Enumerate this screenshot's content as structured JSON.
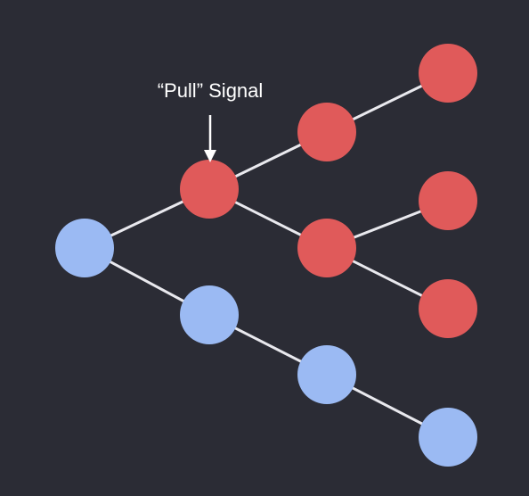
{
  "annotation": {
    "label": "“Pull” Signal"
  },
  "colors": {
    "background": "#2b2c35",
    "edge": "#e9e9ee",
    "pull_node": "#e05a5a",
    "idle_node": "#9bbaf3",
    "arrow": "#ffffff"
  },
  "nodes": [
    {
      "id": "root",
      "state": "idle"
    },
    {
      "id": "signal",
      "state": "pull"
    },
    {
      "id": "upper-mid",
      "state": "pull"
    },
    {
      "id": "upper-top",
      "state": "pull"
    },
    {
      "id": "mid",
      "state": "pull"
    },
    {
      "id": "mid-upper",
      "state": "pull"
    },
    {
      "id": "mid-lower",
      "state": "pull"
    },
    {
      "id": "lower-1",
      "state": "idle"
    },
    {
      "id": "lower-2",
      "state": "idle"
    },
    {
      "id": "lower-3",
      "state": "idle"
    }
  ],
  "edges": [
    {
      "from": "root",
      "to": "signal"
    },
    {
      "from": "signal",
      "to": "upper-mid"
    },
    {
      "from": "upper-mid",
      "to": "upper-top"
    },
    {
      "from": "signal",
      "to": "mid"
    },
    {
      "from": "mid",
      "to": "mid-upper"
    },
    {
      "from": "mid",
      "to": "mid-lower"
    },
    {
      "from": "root",
      "to": "lower-1"
    },
    {
      "from": "lower-1",
      "to": "lower-2"
    },
    {
      "from": "lower-2",
      "to": "lower-3"
    }
  ]
}
